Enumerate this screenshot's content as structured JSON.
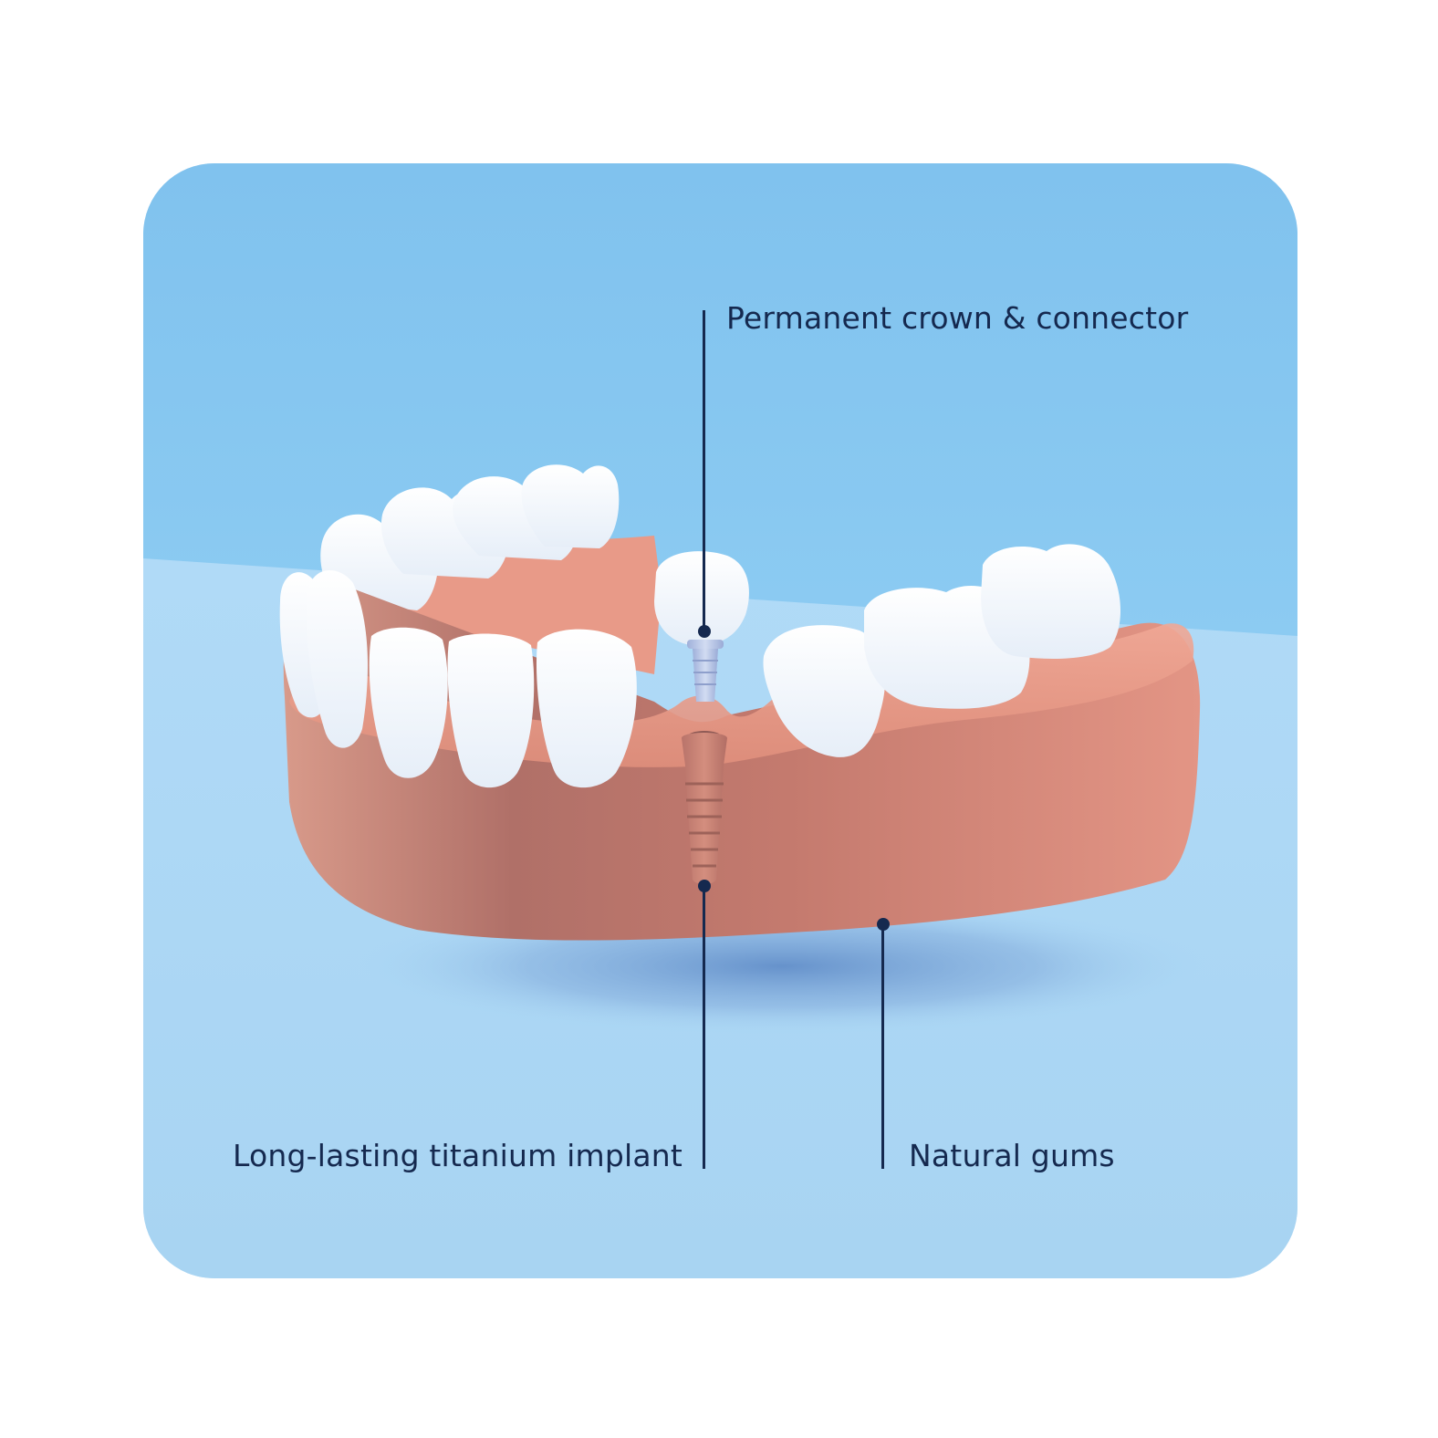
{
  "colors": {
    "page_background": "#ffffff",
    "wall": "#84c4ee",
    "floor": "#acd7f5",
    "gum": "#e08f7c",
    "tooth": "#ffffff",
    "implant": "#c97f70",
    "connector": "#b9c6e6",
    "ink": "#15294f"
  },
  "labels": {
    "crown": "Permanent crown & connector",
    "implant": "Long-lasting titanium implant",
    "gums": "Natural gums"
  }
}
